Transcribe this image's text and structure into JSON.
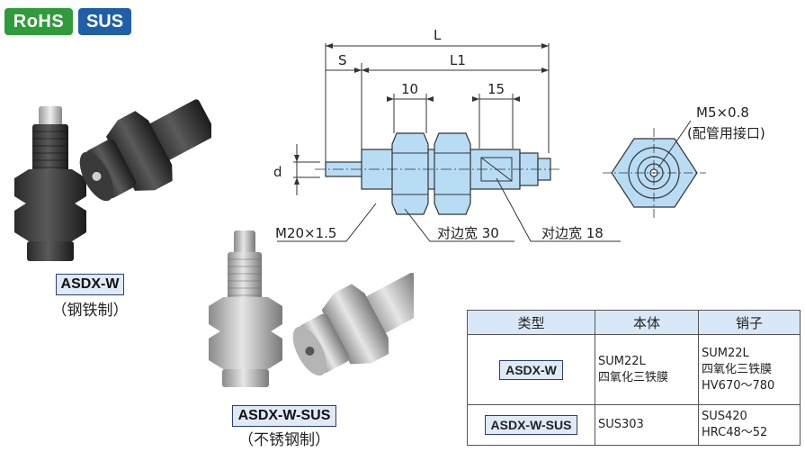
{
  "badges": {
    "rohs": "RoHS",
    "sus": "SUS"
  },
  "products": [
    {
      "model": "ASDX-W",
      "material": "（钢铁制）"
    },
    {
      "model": "ASDX-W-SUS",
      "material": "（不锈钢制）"
    }
  ],
  "drawing": {
    "dims": {
      "L": "L",
      "L1": "L1",
      "S": "S",
      "ten": "10",
      "fifteen": "15",
      "d": "d"
    },
    "callouts": {
      "thread": "M20×1.5",
      "across_flats_30": "对边宽 30",
      "across_flats_18": "对边宽 18",
      "port_thread": "M5×0.8",
      "port_label": "(配管用接口)"
    }
  },
  "table": {
    "headers": [
      "类型",
      "本体",
      "销子"
    ],
    "rows": [
      {
        "model": "ASDX-W",
        "body": "SUM22L\n四氧化三铁膜",
        "pin": "SUM22L\n四氧化三铁膜\nHV670～780"
      },
      {
        "model": "ASDX-W-SUS",
        "body": "SUS303",
        "pin": "SUS420\nHRC48～52"
      }
    ]
  },
  "colors": {
    "rohs": "#2f9b3a",
    "sus": "#1f5fa8",
    "part_fill": "#b9dcf5",
    "label_bg": "#dfeaf6"
  }
}
